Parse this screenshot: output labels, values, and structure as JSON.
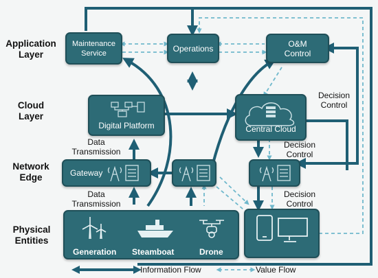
{
  "layers": {
    "application": "Application\nLayer",
    "cloud": "Cloud\nLayer",
    "network": "Network\nEdge",
    "physical": "Physical\nEntities"
  },
  "boxes": {
    "maintenance": "Maintenance\nService",
    "operations": "Operations",
    "om_control": "O&M\nControl",
    "digital_platform": "Digital Platform",
    "central_cloud": "Central Cloud",
    "gateway": "Gateway"
  },
  "entities": {
    "generation": "Generation",
    "steamboat": "Steamboat",
    "drone": "Drone"
  },
  "annotations": {
    "data_transmission_upper": "Data\nTransmission",
    "data_transmission_lower": "Data\nTransmission",
    "decision_control_right": "Decision\nControl",
    "decision_control_mid": "Decision\nControl",
    "decision_control_low": "Decision\nControl"
  },
  "legend": {
    "information_flow": "Information Flow",
    "value_flow": "Value Flow"
  },
  "colors": {
    "box_fill": "#2d6b76",
    "flow_dark": "#1f5f74",
    "value_flow": "#6fb8cc"
  }
}
